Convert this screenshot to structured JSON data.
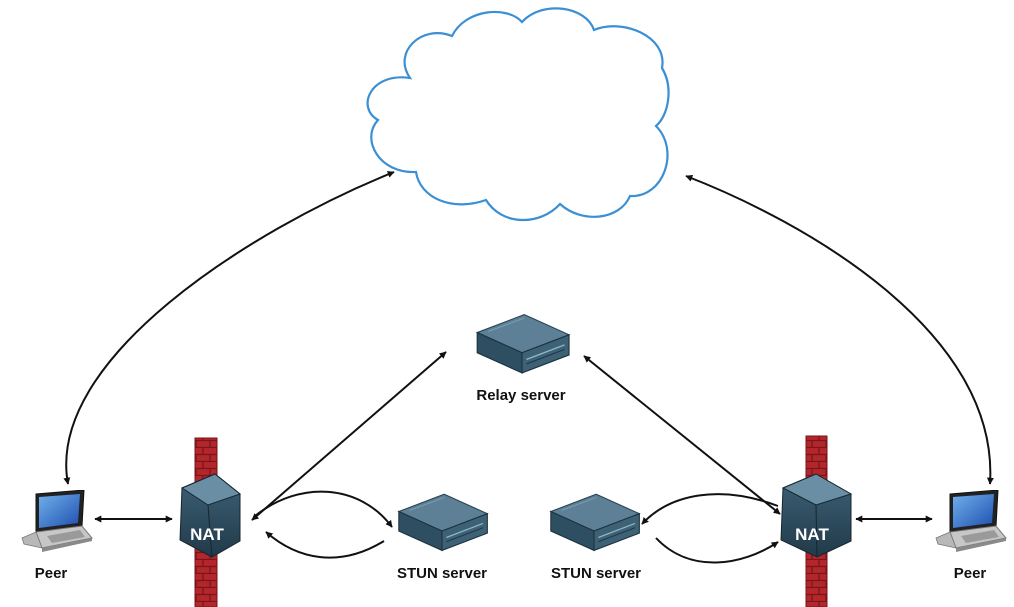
{
  "nodes": {
    "peer_left": {
      "label": "Peer",
      "icon": "laptop-icon"
    },
    "peer_right": {
      "label": "Peer",
      "icon": "laptop-icon"
    },
    "nat_left": {
      "label": "NAT",
      "icon": "nat-router-icon"
    },
    "nat_right": {
      "label": "NAT",
      "icon": "nat-router-icon"
    },
    "relay": {
      "label": "Relay server",
      "icon": "server-icon"
    },
    "stun_left": {
      "label": "STUN server",
      "icon": "server-icon"
    },
    "stun_right": {
      "label": "STUN server",
      "icon": "server-icon"
    },
    "internet": {
      "icon": "cloud-icon"
    }
  },
  "colors": {
    "cloud_stroke": "#3b8fd4",
    "firewall": "#b3262b",
    "firewall_mortar": "#7a1518",
    "device_dark": "#2c4a5c",
    "device_top": "#5d8096",
    "arrow": "#111111"
  }
}
